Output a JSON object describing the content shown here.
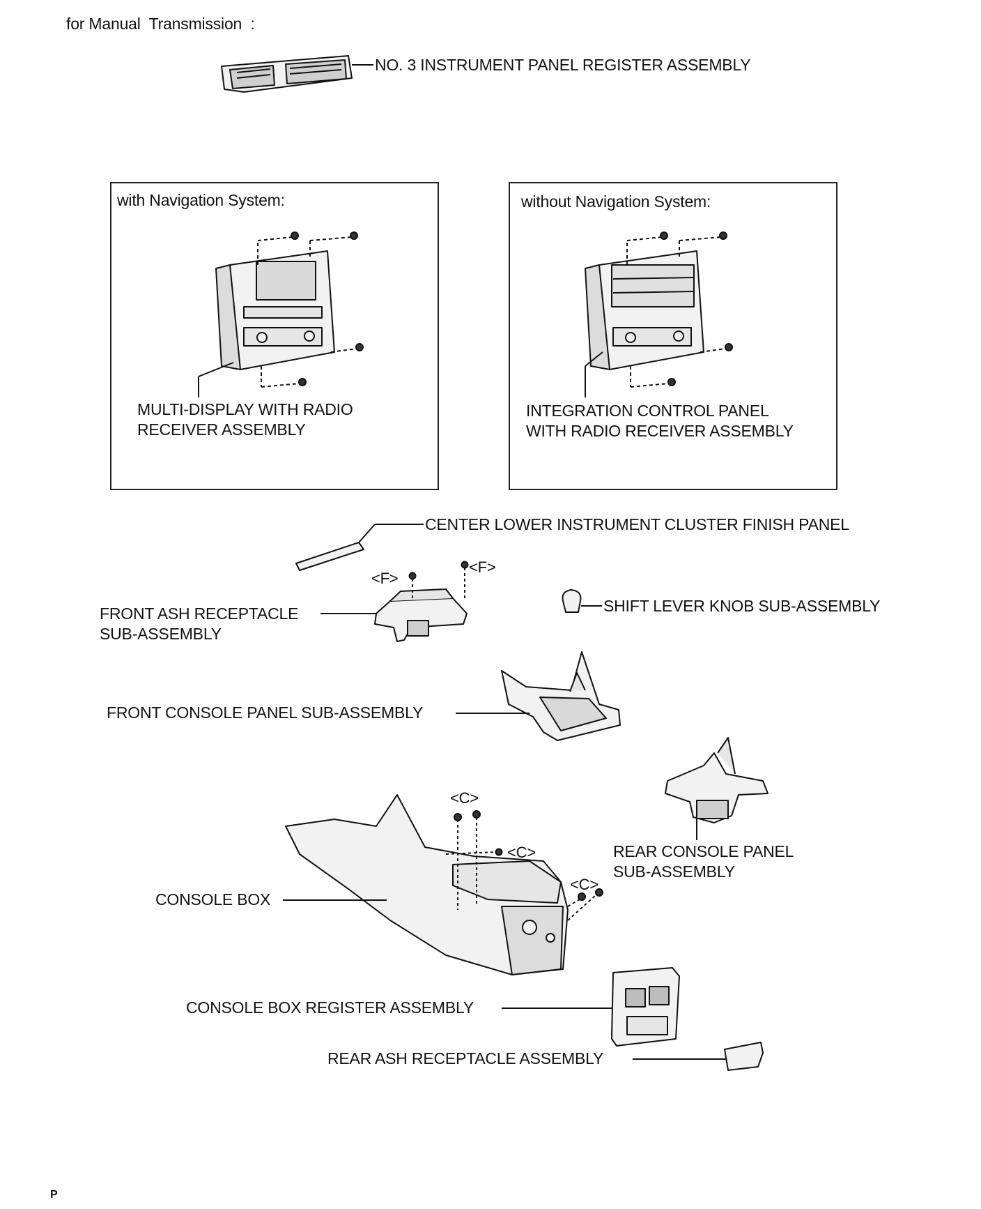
{
  "header": {
    "title": "for Manual  Transmission  :"
  },
  "parts": {
    "register_no3": "NO. 3 INSTRUMENT PANEL REGISTER ASSEMBLY",
    "center_lower_finish": "CENTER LOWER INSTRUMENT CLUSTER FINISH PANEL",
    "front_ash": [
      "FRONT ASH RECEPTACLE",
      "SUB-ASSEMBLY"
    ],
    "shift_knob": "SHIFT LEVER KNOB SUB-ASSEMBLY",
    "front_console_panel": "FRONT CONSOLE PANEL SUB-ASSEMBLY",
    "rear_console_panel": [
      "REAR CONSOLE PANEL",
      "SUB-ASSEMBLY"
    ],
    "console_box": "CONSOLE BOX",
    "console_box_register": "CONSOLE BOX REGISTER ASSEMBLY",
    "rear_ash": "REAR ASH RECEPTACLE ASSEMBLY"
  },
  "variants": {
    "with_nav": {
      "heading": "with Navigation System:",
      "part": [
        "MULTI-DISPLAY WITH RADIO",
        "RECEIVER ASSEMBLY"
      ]
    },
    "without_nav": {
      "heading": "without Navigation System:",
      "part": [
        "INTEGRATION CONTROL PANEL",
        "WITH RADIO RECEIVER ASSEMBLY"
      ]
    }
  },
  "fastener_codes": {
    "f1": "<F>",
    "f2": "<F>",
    "c1": "<C>",
    "c2": "<C>",
    "c3": "<C>"
  },
  "footer": {
    "mark": "P"
  }
}
